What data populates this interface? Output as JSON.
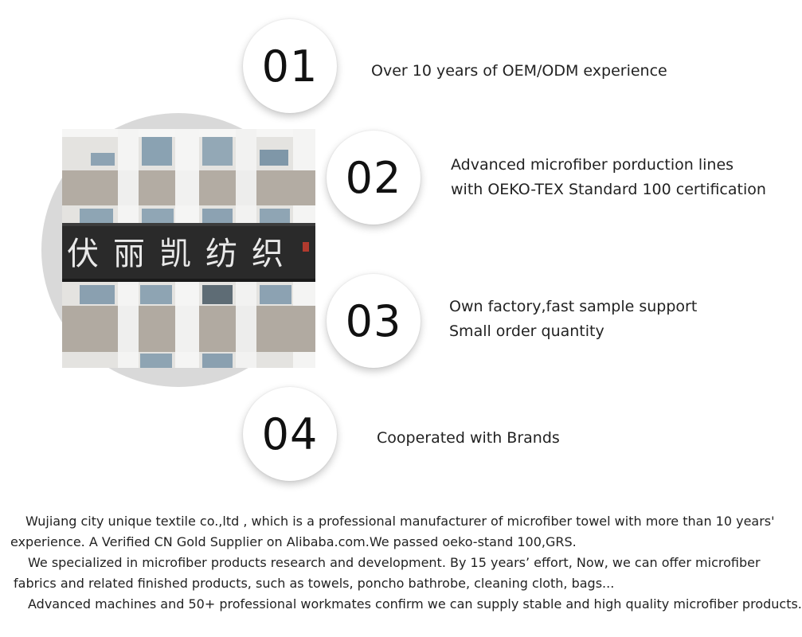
{
  "features": [
    {
      "number": "01",
      "lines": [
        "Over 10 years of OEM/ODM experience"
      ]
    },
    {
      "number": "02",
      "lines": [
        "Advanced microfiber porduction lines",
        "with OEKO-TEX Standard 100 certification"
      ]
    },
    {
      "number": "03",
      "lines": [
        "Own factory,fast sample support",
        "Small order quantity"
      ]
    },
    {
      "number": "04",
      "lines": [
        "Cooperated with  Brands"
      ]
    }
  ],
  "photo": {
    "sign_text": "伏丽凯纺织"
  },
  "description": {
    "lines": [
      "Wujiang city unique textile co.,ltd , which is a professional manufacturer of microfiber towel with more than 10 years'",
      "experience. A Verified CN Gold Supplier on Alibaba.com.We passed oeko-stand 100,GRS.",
      "We specialized in microfiber products research and development. By 15 years’   effort, Now, we can offer microfiber",
      "fabrics and related finished products, such as towels, poncho bathrobe, cleaning cloth, bags...",
      "Advanced machines and 50+ professional workmates confirm we can supply stable and high quality microfiber products."
    ]
  }
}
